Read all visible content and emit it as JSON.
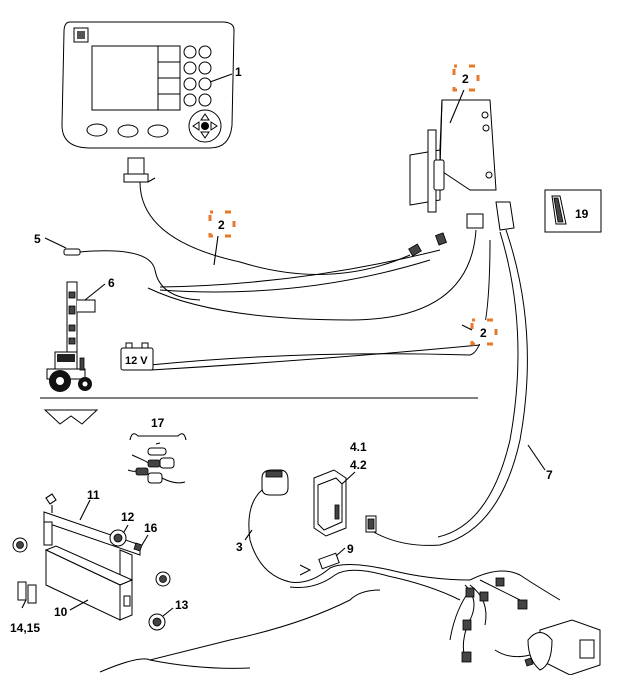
{
  "labels": {
    "l1": "1",
    "l2a": "2",
    "l2b": "2",
    "l2c": "2",
    "l3": "3",
    "l41": "4.1",
    "l42": "4.2",
    "l5": "5",
    "l6": "6",
    "l7": "7",
    "l9": "9",
    "l10": "10",
    "l11": "11",
    "l12": "12",
    "l13": "13",
    "l1415": "14,15",
    "l16": "16",
    "l17": "17",
    "l19": "19"
  },
  "battery_label": "12 V",
  "colors": {
    "badge_accent": "#e8792b",
    "line": "#000000"
  },
  "icons": [
    "terminal-display-icon",
    "tractor-icon",
    "spreader-icon",
    "battery-icon"
  ]
}
